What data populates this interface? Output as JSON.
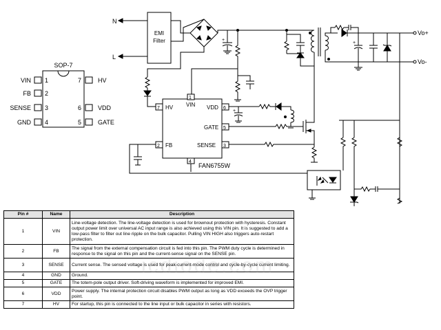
{
  "package": {
    "name": "SOP-7",
    "pins_left": [
      {
        "name": "VIN",
        "num": "1"
      },
      {
        "name": "FB",
        "num": "2"
      },
      {
        "name": "SENSE",
        "num": "3"
      },
      {
        "name": "GND",
        "num": "4"
      }
    ],
    "pins_right": [
      {
        "name": "HV",
        "num": "7"
      },
      {
        "name": "VDD",
        "num": "6"
      },
      {
        "name": "GATE",
        "num": "5"
      }
    ]
  },
  "schematic": {
    "inputs": [
      "N",
      "L"
    ],
    "emi_filter": [
      "EMI",
      "Filter"
    ],
    "ic": {
      "name": "FAN6755W",
      "pins": [
        {
          "num": "1",
          "name": "VIN"
        },
        {
          "num": "7",
          "name": "HV"
        },
        {
          "num": "6",
          "name": "VDD"
        },
        {
          "num": "5",
          "name": "GATE"
        },
        {
          "num": "2",
          "name": "FB"
        },
        {
          "num": "3",
          "name": "SENSE"
        },
        {
          "num": "4",
          "name": ""
        }
      ]
    },
    "outputs": [
      "Vo+",
      "Vo-"
    ]
  },
  "table": {
    "headers": [
      "Pin #",
      "Name",
      "Description"
    ],
    "rows": [
      {
        "pin": "1",
        "name": "VIN",
        "desc": "Line-voltage detection. The line-voltage detection is used for brownout protection with hysteresis. Constant output power limit over universal AC input range is also achieved using this VIN pin. It is suggested to add a low-pass filter to filter out line ripple on the bulk capacitor. Pulling VIN HIGH also triggers auto-restart protection."
      },
      {
        "pin": "2",
        "name": "FB",
        "desc": "The signal from the external compensation circuit is fed into this pin. The PWM duty cycle is determined in response to the signal on this pin and the current-sense signal on the SENSE pin."
      },
      {
        "pin": "3",
        "name": "SENSE",
        "desc": "Current sense. The sensed voltage is used for peak-current-mode control and cycle-by-cycle current limiting."
      },
      {
        "pin": "4",
        "name": "GND",
        "desc": "Ground."
      },
      {
        "pin": "5",
        "name": "GATE",
        "desc": "The totem-pole output driver. Soft-driving waveform is implemented for improved EMI."
      },
      {
        "pin": "6",
        "name": "VDD",
        "desc": "Power supply. The internal protection circuit disables PWM output as long as VDD exceeds the OVP trigger point."
      },
      {
        "pin": "7",
        "name": "HV",
        "desc": "For startup, this pin is connected to the line input or bulk capacitor in series with resistors."
      }
    ]
  },
  "watermark": "icdiode.com"
}
